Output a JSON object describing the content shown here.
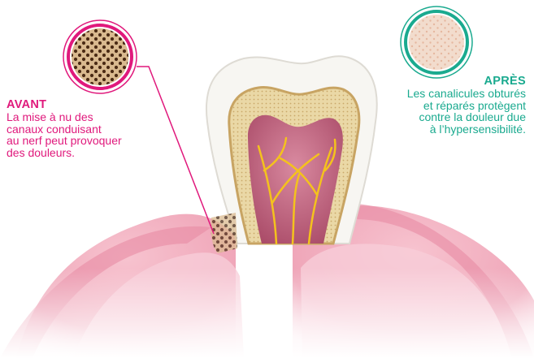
{
  "avant": {
    "title": "AVANT",
    "lines": [
      "La mise à nu des",
      "canaux conduisant",
      "au nerf peut provoquer",
      "des douleurs."
    ]
  },
  "apres": {
    "title": "APRÈS",
    "lines": [
      "Les canalicules obturés",
      "et réparés protègent",
      "contre la douleur due",
      "à l’hypersensibilité."
    ]
  },
  "colors": {
    "avant_accent": "#e0197c",
    "apres_accent": "#1aaa8f",
    "gum": "#f1a9bd",
    "enamel": "#f7f6f2",
    "dentin": "#e9d8ad",
    "pulp": "#c7637f",
    "nerve": "#f4c21d"
  }
}
